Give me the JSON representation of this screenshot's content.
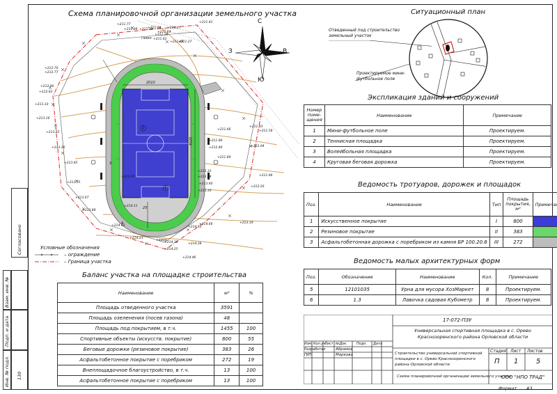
{
  "titles": {
    "scheme": "Схема планировочной организации земельного участка",
    "situation": "Ситуационный план",
    "explication": "Экспликация зданий и сооружений",
    "sidewalks": "Ведомость тротуаров, дорожек и площадок",
    "small_forms": "Ведомость малых архитектурных форм",
    "balance": "Баланс участка на площадке строительства"
  },
  "compass": {
    "n": "С",
    "s": "Ю",
    "w": "З",
    "e": "В"
  },
  "situation_labels": {
    "plot": "Отведенный под строительство земельный участок",
    "field": "Проектируемое мини-футбольное поле"
  },
  "legend": {
    "title": "Условные обозначения",
    "fence": "– ограждение",
    "boundary": "– Граница участка"
  },
  "site_labels": {
    "lawn_top": "газон",
    "lawn_bottom": "газон",
    "dim_top": "2010",
    "dim_right": "4020",
    "dim_bottom": "25",
    "field_num_1": "1",
    "field_num_2": "2",
    "field_num_3": "3",
    "field_num_4": "4",
    "elev": [
      "+211.77",
      "+211.88",
      "+211.94",
      "+211.64",
      "+211.62",
      "+211.48",
      "+212.70",
      "+212.77",
      "+212.80",
      "+212.83",
      "+213.10",
      "+213.16",
      "+213.25",
      "+213.36",
      "+213.45",
      "+213.55",
      "+213.67",
      "+213.88",
      "+214.03",
      "+214.23",
      "+214.36",
      "+214.46",
      "+214.52",
      "+214.66",
      "+213.60",
      "+213.48",
      "+213.32",
      "+213.19",
      "+211.80",
      "+211.66",
      "+211.89",
      "+211.93",
      "+211.58",
      "+212.04",
      "+211.46",
      "+212.20",
      "+213.10",
      "+214.38",
      "+214.25",
      "+214.11",
      "+211.97",
      "+212.46",
      "+211.41",
      "+211.27",
      "+211.36",
      "+211.24",
      "+211.27"
    ]
  },
  "explication": {
    "headers": [
      "Номер поме- щения",
      "Наименование",
      "Примечание"
    ],
    "rows": [
      [
        "1",
        "Мини-футбольное поле",
        "Проектируем."
      ],
      [
        "2",
        "Теннисная площадка",
        "Проектируем."
      ],
      [
        "3",
        "Волейбольная площадка",
        "Проектируем."
      ],
      [
        "4",
        "Круговая беговая дорожка",
        "Проектируем."
      ]
    ]
  },
  "sidewalks": {
    "headers": [
      "Поз.",
      "Наименование",
      "Тип",
      "Площадь покрытия, м²",
      "Примечание"
    ],
    "rows": [
      {
        "pos": "1",
        "name": "Искусственное покрытие",
        "type": "I",
        "area": "800",
        "color": "#3c3cd6"
      },
      {
        "pos": "2",
        "name": "Резиновое покрытие",
        "type": "II",
        "area": "383",
        "color": "#6cd66c"
      },
      {
        "pos": "3",
        "name": "Асфальтобетонная дорожка с поребриком из камня БР 100.20.8",
        "type": "III",
        "area": "272",
        "color": "#bdbdbd"
      }
    ]
  },
  "small_forms": {
    "headers": [
      "Поз.",
      "Обозначение",
      "Наименование",
      "Кол.",
      "Примечание"
    ],
    "rows": [
      [
        "5",
        "12101035",
        "Урна для мусора ХозМаркет",
        "8",
        "Проектируем."
      ],
      [
        "6",
        "1.3",
        "Лавочка садовая Кубометр",
        "8",
        "Проектируем."
      ]
    ]
  },
  "balance": {
    "headers": [
      "Наименование",
      "м²",
      "%"
    ],
    "rows": [
      [
        "Площадь отведенного участка",
        "3591",
        ""
      ],
      [
        "Площадь озеленения (посев газона)",
        "48",
        ""
      ],
      [
        "Площадь под покрытием, в т.ч.",
        "1455",
        "100"
      ],
      [
        "Спортивные объекты (искусств. покрытие)",
        "800",
        "55"
      ],
      [
        "Беговые дорожки (резиновое покрытие)",
        "383",
        "26"
      ],
      [
        "Асфальтобетонное покрытие с поребриком",
        "272",
        "19"
      ],
      [
        "Внеплощадочное благоустройство, в т.ч.",
        "13",
        "100"
      ],
      [
        "Асфальтобетонное покрытие с поребриком",
        "13",
        "100"
      ]
    ]
  },
  "stamp": {
    "code": "17-072-ПЗУ",
    "project": "Универсальная спортивная площадка в с. Орево Краснозоренского района Орловской области",
    "object": "Строительство универсальной спортивной площадки в с. Орево Краснозоренского района Орловской области",
    "sheet_name": "Схема планировочной организации земельного участка",
    "company": "ООО \"НПО ТРАД\"",
    "col_headers": [
      "Изм.",
      "Кол.уч.",
      "Лист",
      "№Док.",
      "Подп.",
      "Дата"
    ],
    "role1": "Разработал",
    "name1": "Абрамов",
    "role2": "ГИП",
    "name2": "Маркова",
    "stage_label": "Стадия",
    "sheet_label": "Лист",
    "sheets_label": "Листов",
    "stage": "П",
    "sheet": "1",
    "sheets": "5",
    "format_label": "Формат",
    "format": "А3"
  },
  "side_strip": {
    "agreed": "Согласовано",
    "inv_replace": "Взам. инв. №",
    "sign_date": "Подп. и дата",
    "inv_orig": "Инв. № подл.",
    "inv_num": "130"
  }
}
